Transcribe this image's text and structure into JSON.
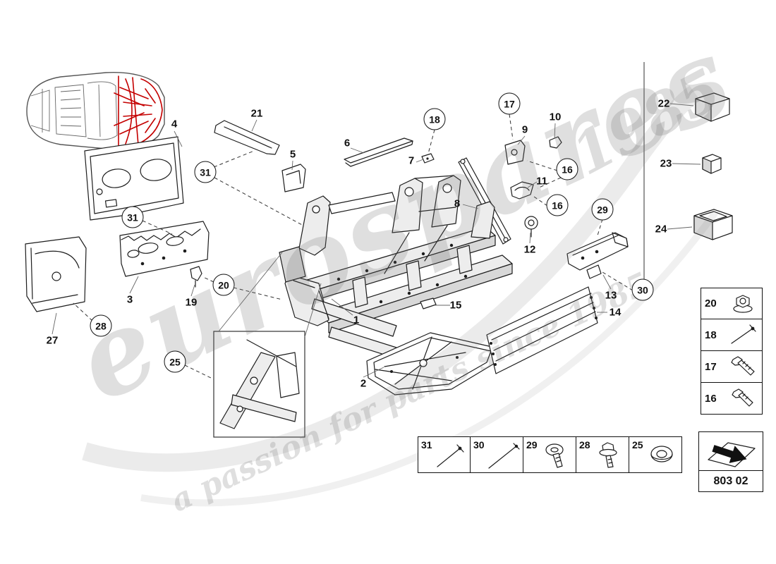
{
  "watermark": {
    "brand": "eurospares",
    "tagline": "a passion for parts since 1985",
    "year": "1985"
  },
  "part_code": "803 02",
  "colors": {
    "highlight_red": "#c40000",
    "line": "#1d1d1d",
    "watermark_gray": "#6e6e6e"
  },
  "callouts": {
    "plain": [
      {
        "label": "4"
      },
      {
        "label": "21"
      },
      {
        "label": "5"
      },
      {
        "label": "6"
      },
      {
        "label": "7"
      },
      {
        "label": "9"
      },
      {
        "label": "10"
      },
      {
        "label": "11"
      },
      {
        "label": "8"
      },
      {
        "label": "12"
      },
      {
        "label": "13"
      },
      {
        "label": "14"
      },
      {
        "label": "15"
      },
      {
        "label": "1"
      },
      {
        "label": "2"
      },
      {
        "label": "3"
      },
      {
        "label": "19"
      },
      {
        "label": "27"
      },
      {
        "label": "22"
      },
      {
        "label": "23"
      },
      {
        "label": "24"
      }
    ],
    "circled": [
      {
        "label": "31"
      },
      {
        "label": "31"
      },
      {
        "label": "20"
      },
      {
        "label": "28"
      },
      {
        "label": "25"
      },
      {
        "label": "18"
      },
      {
        "label": "17"
      },
      {
        "label": "16"
      },
      {
        "label": "16"
      },
      {
        "label": "29"
      },
      {
        "label": "30"
      }
    ]
  },
  "legend_right": [
    {
      "num": "20",
      "icon": "flange-nut-icon"
    },
    {
      "num": "18",
      "icon": "rivet-icon"
    },
    {
      "num": "17",
      "icon": "hex-bolt-icon"
    },
    {
      "num": "16",
      "icon": "hex-bolt-icon"
    }
  ],
  "legend_bottom": [
    {
      "num": "31",
      "icon": "rivet-icon"
    },
    {
      "num": "30",
      "icon": "blind-rivet-icon"
    },
    {
      "num": "29",
      "icon": "dome-screw-icon"
    },
    {
      "num": "28",
      "icon": "flange-bolt-icon"
    },
    {
      "num": "25",
      "icon": "plug-nut-icon"
    }
  ]
}
